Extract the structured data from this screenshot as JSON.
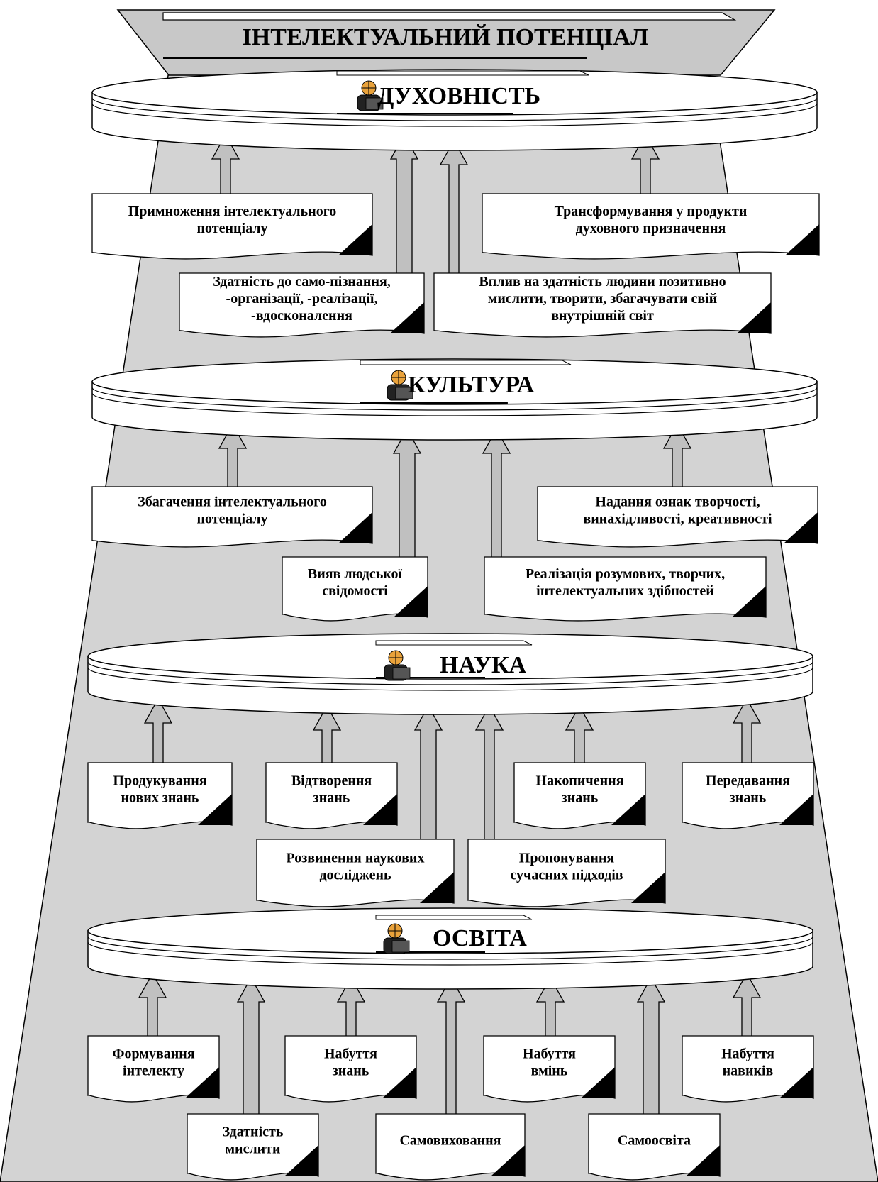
{
  "title": "ІНТЕЛЕКТУАЛЬНИЙ ПОТЕНЦІАЛ",
  "levels": [
    {
      "name": "ДУХОВНІСТЬ",
      "items": [
        [
          "Примноження інтелектуального",
          "потенціалу"
        ],
        [
          "Трансформування у продукти",
          "духовного призначення"
        ],
        [
          "Здатність до само-пізнання,",
          "-організації, -реалізації,",
          "-вдосконалення"
        ],
        [
          "Вплив на здатність людини позитивно",
          "мислити, творити, збагачувати свій",
          "внутрішній світ"
        ]
      ]
    },
    {
      "name": "КУЛЬТУРА",
      "items": [
        [
          "Збагачення інтелектуального",
          "потенціалу"
        ],
        [
          "Надання ознак творчості,",
          "винахідливості, креативності"
        ],
        [
          "Вияв людської",
          "свідомості"
        ],
        [
          "Реалізація розумових, творчих,",
          "інтелектуальних здібностей"
        ]
      ]
    },
    {
      "name": "НАУКА",
      "items": [
        [
          "Продукування",
          "нових знань"
        ],
        [
          "Відтворення",
          "знань"
        ],
        [
          "Накопичення",
          "знань"
        ],
        [
          "Передавання",
          "знань"
        ],
        [
          "Розвинення наукових",
          "досліджень"
        ],
        [
          "Пропонування",
          "сучасних підходів"
        ]
      ]
    },
    {
      "name": "ОСВІТА",
      "items": [
        [
          "Формування",
          "інтелекту"
        ],
        [
          "Набуття",
          "знань"
        ],
        [
          "Набуття",
          "вмінь"
        ],
        [
          "Набуття",
          "навиків"
        ],
        [
          "Здатність",
          "мислити"
        ],
        [
          "Самовиховання"
        ],
        [
          "Самоосвіта"
        ]
      ]
    }
  ]
}
